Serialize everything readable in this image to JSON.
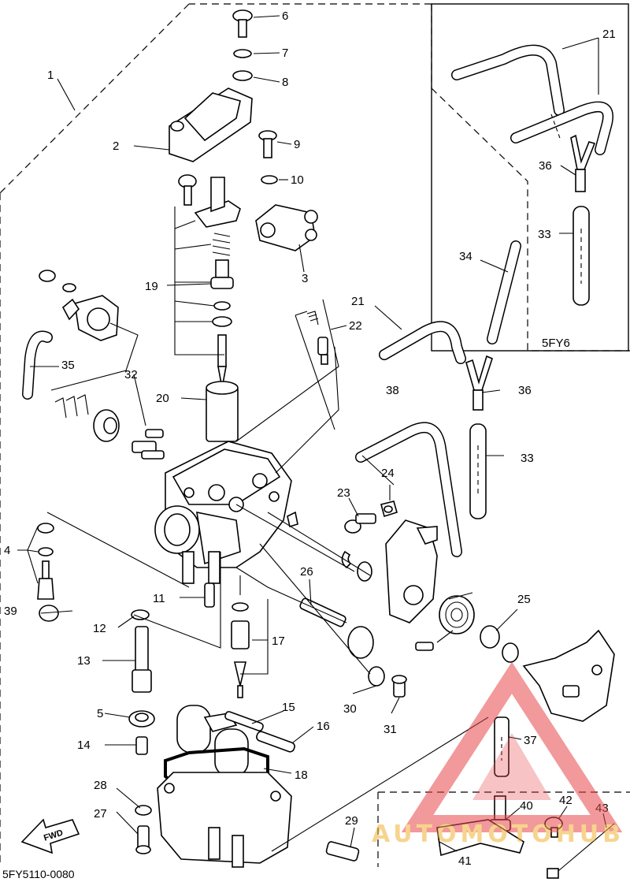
{
  "diagram": {
    "code": "5FY5110-0080",
    "inset_label": "5FY6",
    "fwd_label": "FWD",
    "watermark": "AUTOMOTOHUB",
    "callouts": {
      "c1": "1",
      "c2": "2",
      "c3": "3",
      "c4": "4",
      "c5": "5",
      "c6": "6",
      "c7": "7",
      "c8": "8",
      "c9": "9",
      "c10": "10",
      "c11": "11",
      "c12": "12",
      "c13": "13",
      "c14": "14",
      "c15": "15",
      "c16": "16",
      "c17": "17",
      "c18": "18",
      "c19": "19",
      "c20": "20",
      "c21a": "21",
      "c21b": "21",
      "c22": "22",
      "c23": "23",
      "c24": "24",
      "c25": "25",
      "c26": "26",
      "c27": "27",
      "c28": "28",
      "c29": "29",
      "c30": "30",
      "c31": "31",
      "c32": "32",
      "c33a": "33",
      "c33b": "33",
      "c34": "34",
      "c35": "35",
      "c36a": "36",
      "c36b": "36",
      "c37": "37",
      "c38": "38",
      "c39": "39",
      "c40": "40",
      "c41": "41",
      "c42": "42",
      "c43": "43"
    },
    "colors": {
      "line": "#000000",
      "background": "#ffffff",
      "watermark_red": "#e8474b",
      "watermark_gold": "#f2b233"
    }
  }
}
